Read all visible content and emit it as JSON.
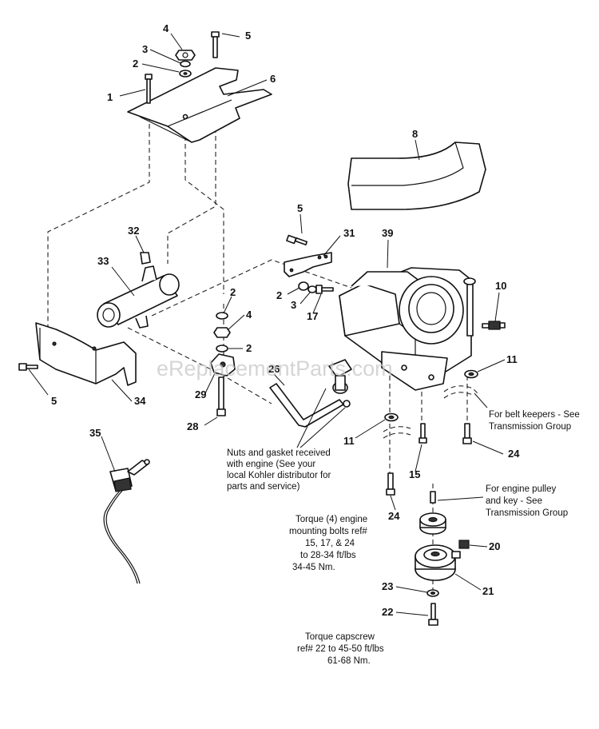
{
  "watermark": "eReplacementParts.com",
  "callouts": [
    "1",
    "2",
    "3",
    "4",
    "5",
    "6",
    "8",
    "5",
    "31",
    "39",
    "32",
    "33",
    "2",
    "4",
    "2",
    "2",
    "3",
    "17",
    "10",
    "11",
    "29",
    "26",
    "5",
    "34",
    "28",
    "35",
    "11",
    "15",
    "24",
    "24",
    "20",
    "21",
    "23",
    "22"
  ],
  "notes": {
    "nuts_gasket": [
      "Nuts and gasket received",
      "with engine (See your",
      "local Kohler distributor for",
      "parts and service)"
    ],
    "belt_keepers": [
      "For belt keepers - See",
      "Transmission Group"
    ],
    "engine_pulley": [
      "For engine pulley",
      "and key - See",
      "Transmission Group"
    ],
    "torque_mounting": [
      "Torque (4) engine",
      "mounting bolts ref#",
      "15, 17, & 24",
      "to 28-34 ft/lbs",
      "34-45 Nm."
    ],
    "torque_capscrew": [
      "Torque capscrew",
      "ref# 22 to 45-50 ft/lbs",
      "61-68 Nm."
    ]
  }
}
